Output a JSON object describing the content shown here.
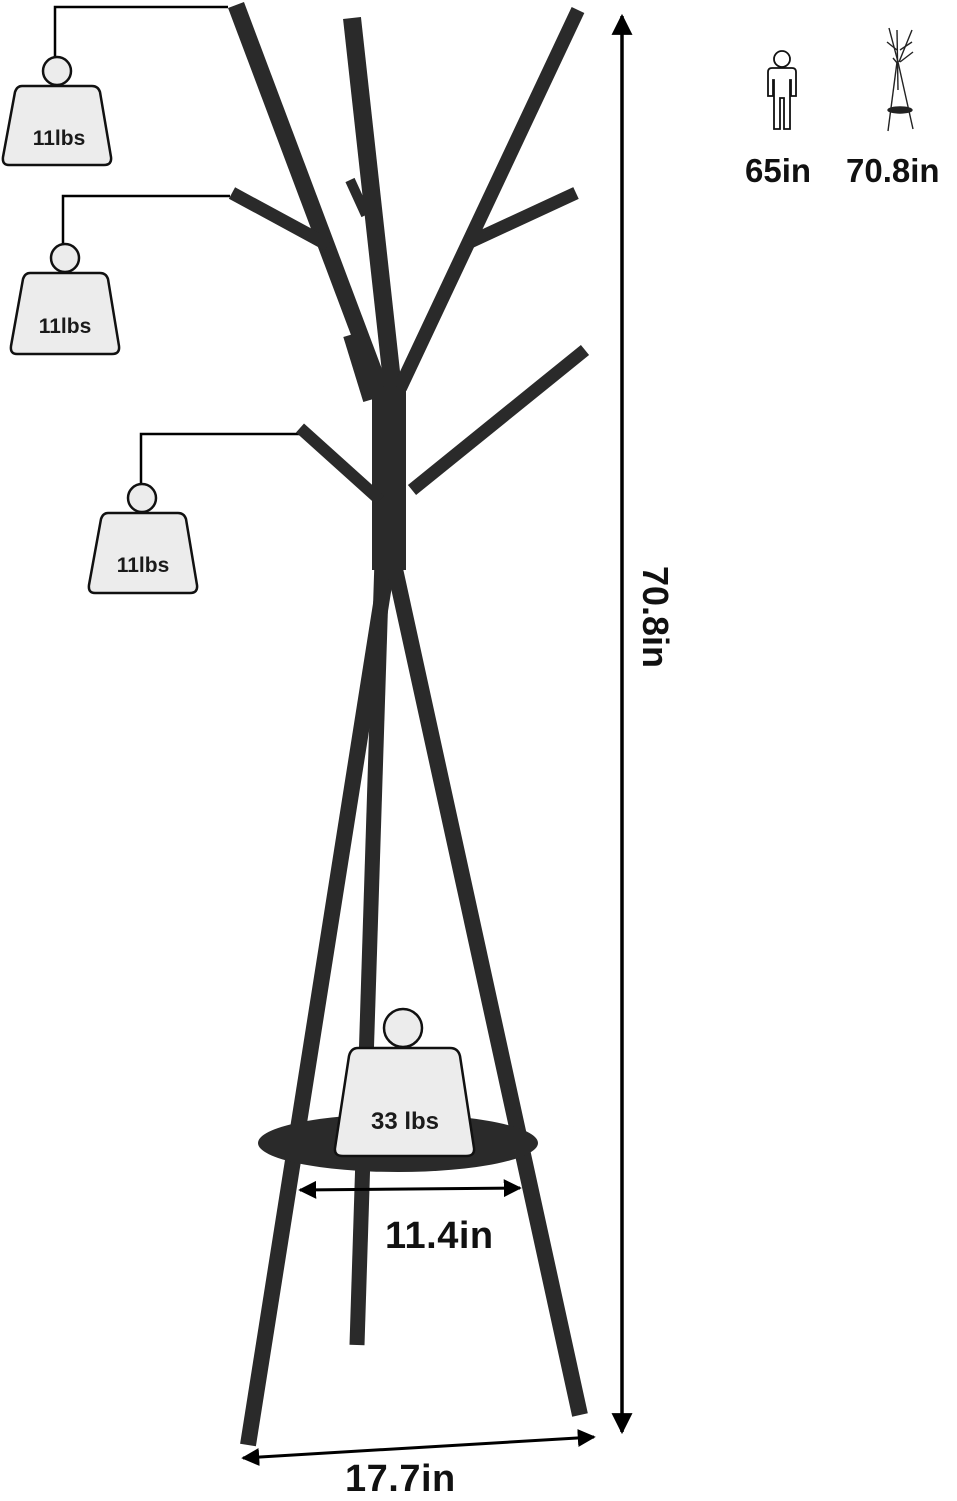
{
  "product": "Coat rack tree stand with round shelf",
  "colors": {
    "frame": "#2a2a2a",
    "weight_fill": "#ececec",
    "weight_stroke": "#111111",
    "dimension_line": "#000000",
    "background": "#ffffff"
  },
  "weights": [
    {
      "label": "11lbs",
      "location": "top-left hook"
    },
    {
      "label": "11lbs",
      "location": "middle-left hook"
    },
    {
      "label": "11lbs",
      "location": "lower-left hook"
    },
    {
      "label": "33 lbs",
      "location": "round shelf"
    }
  ],
  "dimensions": {
    "height": "70.8in",
    "shelf_diameter": "11.4in",
    "base_width": "17.7in"
  },
  "size_comparison": {
    "person_icon": "person-icon",
    "person_height": "65in",
    "rack_icon": "coat-rack-icon",
    "rack_height": "70.8in"
  }
}
